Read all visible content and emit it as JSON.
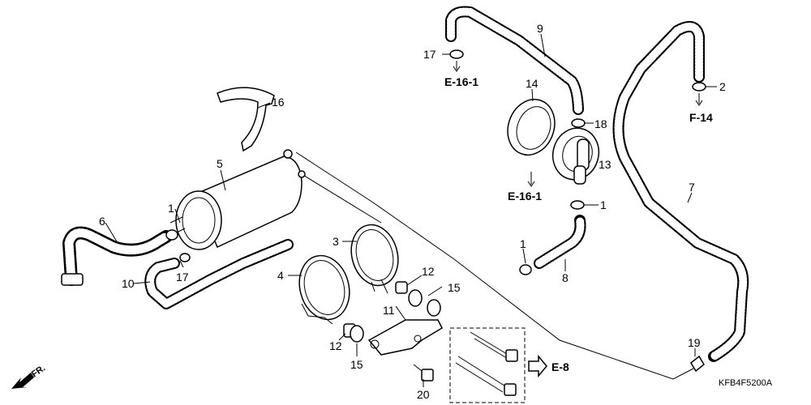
{
  "labels": {
    "p1a": "1",
    "p1b": "1",
    "p1c": "1",
    "p2": "2",
    "p3": "3",
    "p4": "4",
    "p5": "5",
    "p6": "6",
    "p7": "7",
    "p8": "8",
    "p9": "9",
    "p10": "10",
    "p11": "11",
    "p12a": "12",
    "p12b": "12",
    "p13": "13",
    "p14": "14",
    "p15a": "15",
    "p15b": "15",
    "p16": "16",
    "p17a": "17",
    "p17b": "17",
    "p18": "18",
    "p19": "19",
    "p20": "20"
  },
  "refs": {
    "e161_top": "E-16-1",
    "e161_mid": "E-16-1",
    "f14": "F-14",
    "e8": "E-8"
  },
  "drawing_code": "KFB4F5200A",
  "front_indicator": "FR."
}
